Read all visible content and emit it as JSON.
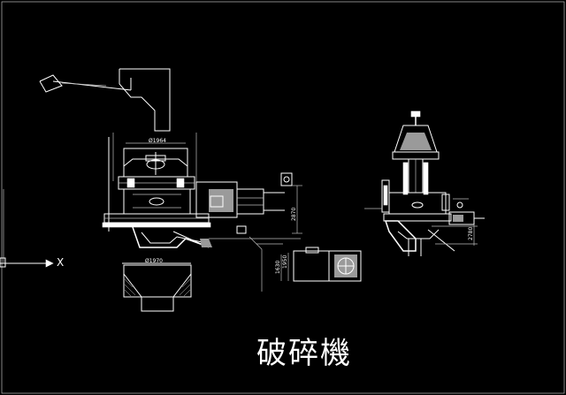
{
  "drawing": {
    "title": "破碎機",
    "axis_label": "X",
    "dimensions": {
      "top_width": "Ø1964",
      "bottom_width": "Ø1970",
      "right_height": "2870",
      "motor_width": "1950",
      "motor_height": "1630",
      "side_height": "2780"
    }
  },
  "colors": {
    "background": "#000000",
    "lines": "#ffffff",
    "fill_gray": "#9a9a9a"
  }
}
